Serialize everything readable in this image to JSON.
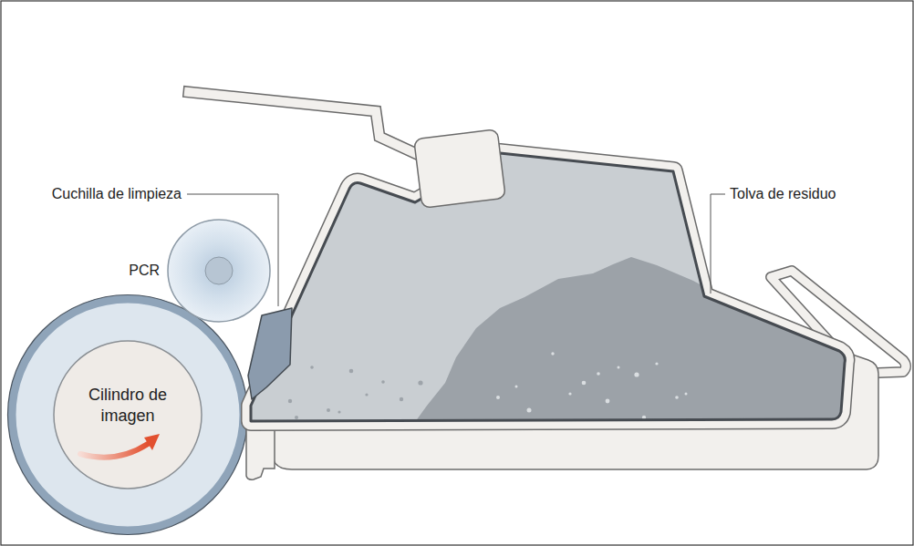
{
  "diagram": {
    "nodes": [
      {
        "text": [
          "PCR"
        ]
      },
      {
        "text": [
          "Cilindro de imagen"
        ]
      }
    ],
    "labels": [
      "Cuchilla de limpieza",
      "Tolva de residuo"
    ]
  }
}
